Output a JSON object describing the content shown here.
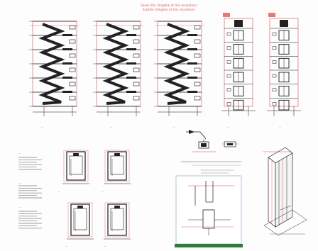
{
  "drawing": {
    "title_line1": "Sheet title (illegible at this resolution)",
    "title_line2": "Subtitle (illegible at this resolution)"
  },
  "elevations": [
    {
      "caption": "—",
      "type": "stair-section"
    },
    {
      "caption": "—",
      "type": "stair-section"
    },
    {
      "caption": "—",
      "type": "stair-section"
    },
    {
      "caption": "—",
      "type": "elevation-window"
    },
    {
      "caption": "—",
      "type": "elevation-window"
    }
  ],
  "plans": {
    "labels": [
      "—",
      "—",
      "—",
      "—"
    ]
  },
  "details": {
    "detail_a": "—",
    "detail_b": "—",
    "node": "—"
  },
  "notes": {
    "blocks": [
      {
        "heading": "—",
        "lines": 6
      },
      {
        "heading": "—",
        "lines": 6
      },
      {
        "heading": "—",
        "lines": 8
      }
    ]
  },
  "colors": {
    "line": "#1a1a1a",
    "dim_red": "#e04b4b",
    "hatch": "#222222",
    "accent_green": "#2e7d32",
    "panel_border": "#7aa0c8"
  }
}
